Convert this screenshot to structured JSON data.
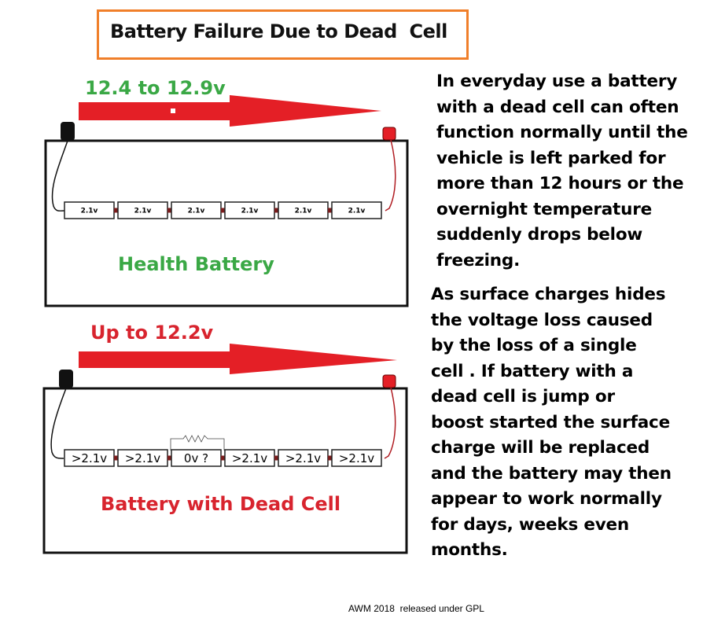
{
  "title": "Battery Failure Due to Dead  Cell",
  "healthy": {
    "voltage_label": "12.4 to 12.9v",
    "battery_label": "Health Battery",
    "cells": [
      "2.1v",
      "2.1v",
      "2.1v",
      "2.1v",
      "2.1v",
      "2.1v"
    ]
  },
  "dead": {
    "voltage_label": "Up to 12.2v",
    "battery_label": "Battery with Dead Cell",
    "cells": [
      ">2.1v",
      ">2.1v",
      "0v ?",
      ">2.1v",
      ">2.1v",
      ">2.1v"
    ]
  },
  "paragraph1": [
    "In everyday use a battery",
    "with a dead cell can often",
    "function normally until the",
    "vehicle is left parked for",
    "more than 12 hours or the",
    "overnight temperature",
    "suddenly drops below",
    "freezing."
  ],
  "paragraph2": [
    "As surface charges hides",
    "the voltage loss caused",
    "by the loss of a single",
    "cell . If battery with a",
    "dead cell is jump or",
    "boost started the surface",
    "charge will be replaced",
    "and the battery may then",
    "appear to work  normally",
    "for days, weeks even",
    "months."
  ],
  "footer": "AWM 2018  released under GPL",
  "colors": {
    "green": "#3aa845",
    "red": "#d8242e",
    "arrow": "#e41f26",
    "title_border": "#f07f2a"
  }
}
